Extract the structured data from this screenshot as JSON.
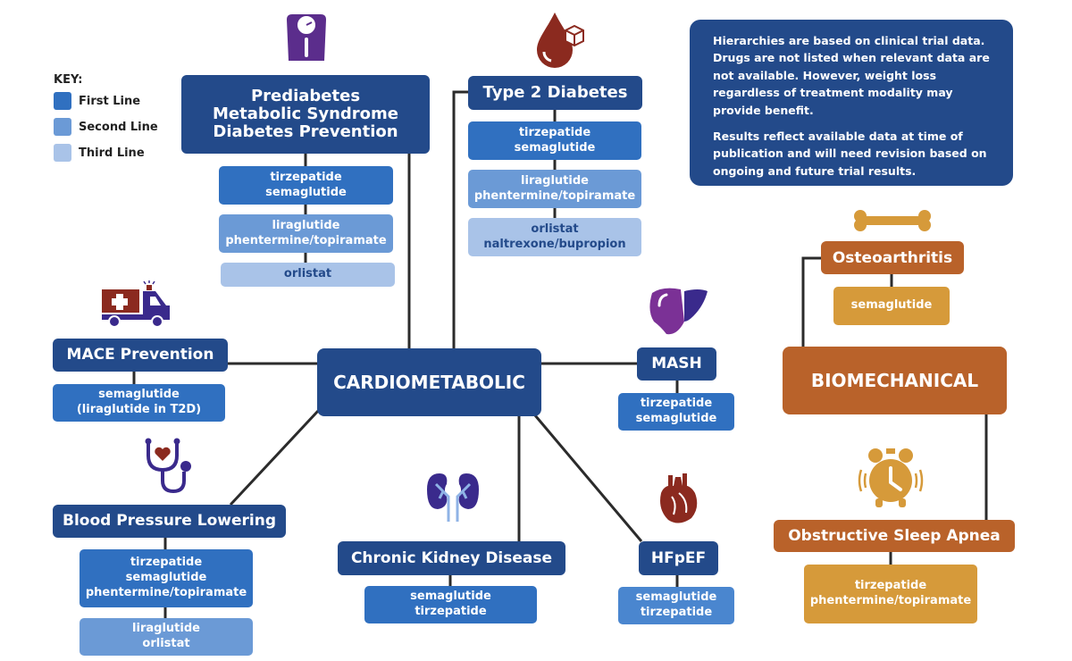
{
  "key": {
    "title": "KEY:",
    "items": [
      {
        "label": "First Line",
        "color": "#3070c0"
      },
      {
        "label": "Second Line",
        "color": "#6b9ad6"
      },
      {
        "label": "Third Line",
        "color": "#a9c3e8"
      }
    ]
  },
  "note": {
    "paragraph1": "Hierarchies are based on clinical trial data. Drugs are not listed when relevant data are not available. However, weight loss regardless of treatment modality may provide benefit.",
    "paragraph2": "Results reflect available data at time of publication and will need revision based on ongoing and future trial results."
  },
  "hubs": {
    "cardiometabolic": "CARDIOMETABOLIC",
    "biomechanical": "BIOMECHANICAL"
  },
  "conditions": {
    "prediabetes": {
      "title": [
        "Prediabetes",
        "Metabolic Syndrome",
        "Diabetes Prevention"
      ],
      "icon": "weight-scale-icon",
      "first_line": [
        "tirzepatide",
        "semaglutide"
      ],
      "second_line": [
        "liraglutide",
        "phentermine/topiramate"
      ],
      "third_line": [
        "orlistat"
      ]
    },
    "t2d": {
      "title": "Type 2 Diabetes",
      "icon": "blood-drop-sugar-icon",
      "first_line": [
        "tirzepatide",
        "semaglutide"
      ],
      "second_line": [
        "liraglutide",
        "phentermine/topiramate"
      ],
      "third_line": [
        "orlistat",
        "naltrexone/bupropion"
      ]
    },
    "mace": {
      "title": "MACE Prevention",
      "icon": "ambulance-icon",
      "first_line": [
        "semaglutide",
        "(liraglutide in T2D)"
      ]
    },
    "mash": {
      "title": "MASH",
      "icon": "liver-icon",
      "first_line": [
        "tirzepatide",
        "semaglutide"
      ]
    },
    "bp": {
      "title": "Blood Pressure Lowering",
      "icon": "stethoscope-heart-icon",
      "first_line": [
        "tirzepatide",
        "semaglutide",
        "phentermine/topiramate"
      ],
      "second_line": [
        "liraglutide",
        "orlistat"
      ]
    },
    "ckd": {
      "title": "Chronic Kidney Disease",
      "icon": "kidneys-icon",
      "first_line": [
        "semaglutide",
        "tirzepatide"
      ]
    },
    "hfpef": {
      "title": "HFpEF",
      "icon": "heart-organ-icon",
      "second_line": [
        "semaglutide",
        "tirzepatide"
      ]
    },
    "oa": {
      "title": "Osteoarthritis",
      "icon": "bone-icon",
      "drugs": [
        "semaglutide"
      ]
    },
    "osa": {
      "title": "Obstructive Sleep Apnea",
      "icon": "alarm-clock-icon",
      "drugs": [
        "tirzepatide",
        "phentermine/topiramate"
      ]
    }
  }
}
